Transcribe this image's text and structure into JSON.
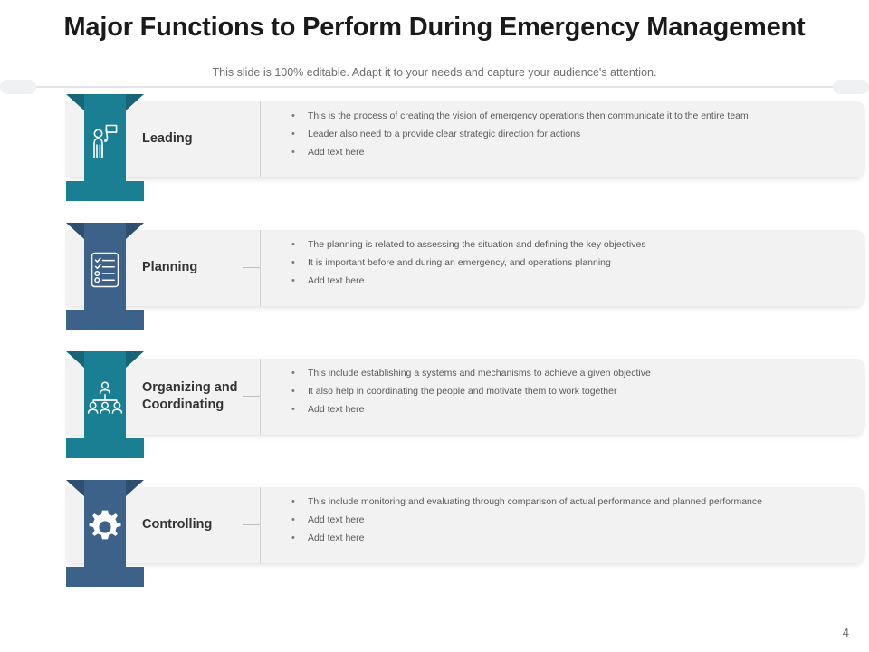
{
  "header": {
    "title": "Major Functions to Perform During Emergency Management",
    "subtitle": "This slide is 100% editable. Adapt it to your needs and capture your audience's attention."
  },
  "colors": {
    "teal": "#1a7f93",
    "teal_dark": "#176576",
    "teal_base": "#1a7f93",
    "slate": "#3d6289",
    "slate_dark": "#2f4f70",
    "card_bg": "#f2f2f2",
    "text_body": "#5a5a5a",
    "text_label": "#333333",
    "divider": "#e3e4e6"
  },
  "rows": [
    {
      "label": "Leading",
      "icon": "leader-flag-icon",
      "color": "#1a7f93",
      "color_dark": "#176576",
      "bullets": [
        "This is the process of creating the vision of emergency operations then communicate it to the entire team",
        "Leader also need to a provide clear strategic direction for actions",
        "Add text here"
      ]
    },
    {
      "label": "Planning",
      "icon": "checklist-clipboard-icon",
      "color": "#3d6289",
      "color_dark": "#2f4f70",
      "bullets": [
        "The planning is related to assessing the situation and defining the key objectives",
        "It is important before and during an emergency, and operations planning",
        "Add text here"
      ]
    },
    {
      "label": "Organizing and Coordinating",
      "icon": "org-chart-people-icon",
      "color": "#1a7f93",
      "color_dark": "#176576",
      "bullets": [
        "This include establishing a systems and mechanisms to achieve a given objective",
        "It also help in coordinating the people and motivate them to work together",
        "Add text here"
      ]
    },
    {
      "label": "Controlling",
      "icon": "gear-icon",
      "color": "#3d6289",
      "color_dark": "#2f4f70",
      "bullets": [
        "This include monitoring and evaluating through comparison of actual performance and planned performance",
        "Add text here",
        "Add text here"
      ]
    }
  ],
  "bullet_glyph": "•",
  "page_number": "4"
}
